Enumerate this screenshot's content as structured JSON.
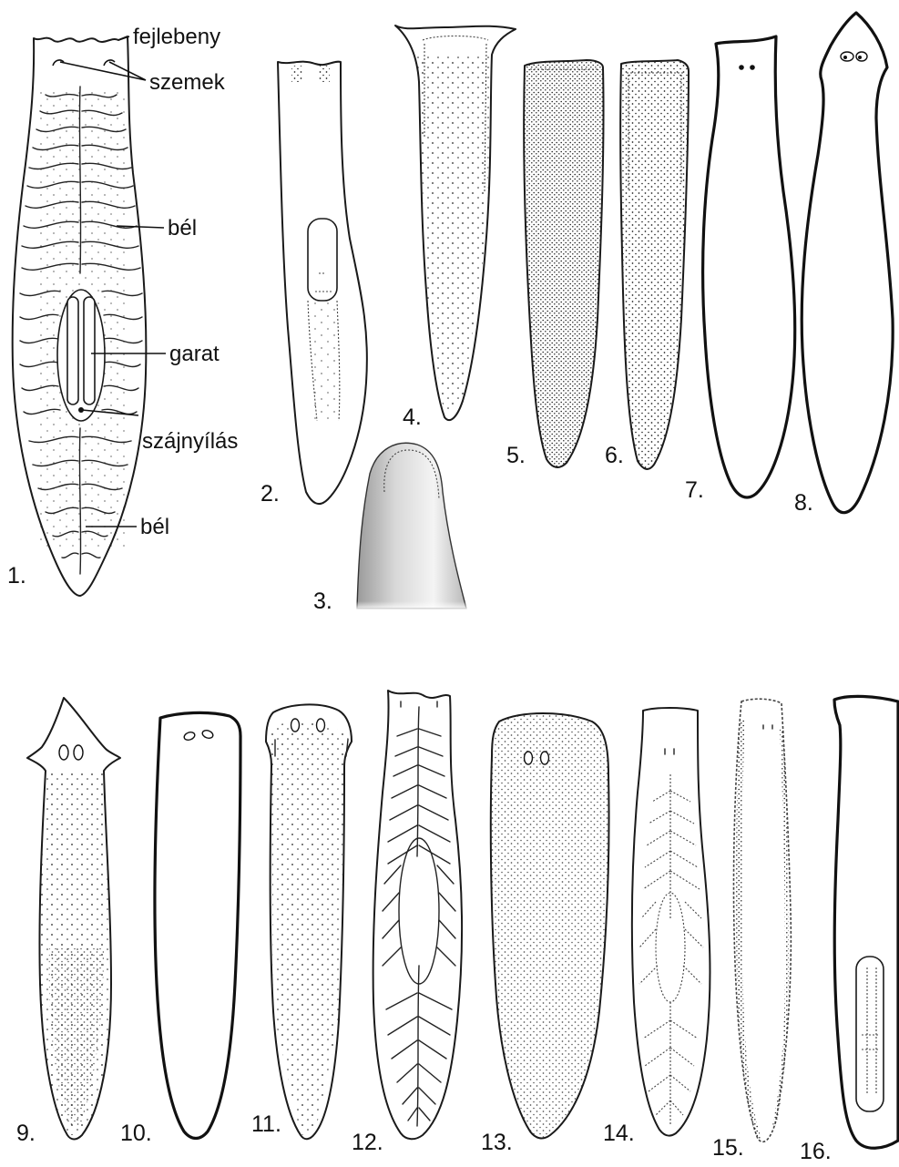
{
  "labels": {
    "fejlebeny": "fejlebeny",
    "szemek": "szemek",
    "bel_upper": "bél",
    "garat": "garat",
    "szajnyilas": "szájnyílás",
    "bel_lower": "bél"
  },
  "figure_numbers": [
    "1.",
    "2.",
    "3.",
    "4.",
    "5.",
    "6.",
    "7.",
    "8.",
    "9.",
    "10.",
    "11.",
    "12.",
    "13.",
    "14.",
    "15.",
    "16."
  ],
  "colors": {
    "ink": "#1a1a1a",
    "paper": "#ffffff"
  }
}
